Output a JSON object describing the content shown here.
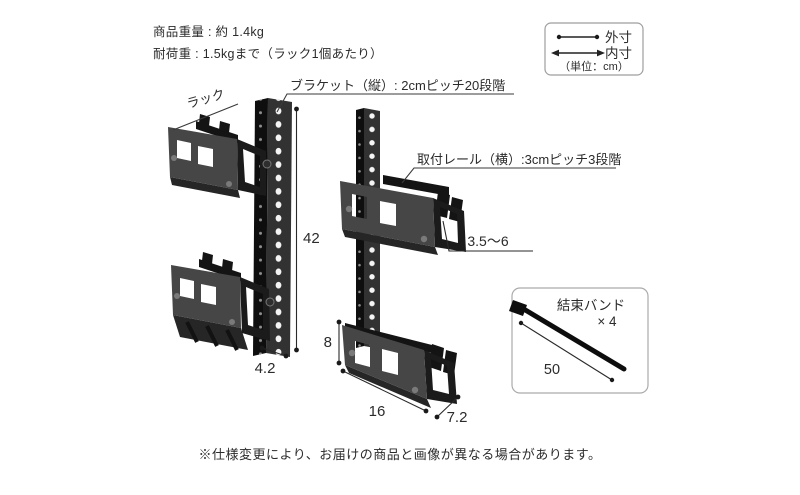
{
  "specs": {
    "weight": "商品重量 : 約 1.4kg",
    "load": "耐荷重 : 1.5kgまで（ラック1個あたり）"
  },
  "legend": {
    "outer": "外寸",
    "inner": "内寸",
    "unit": "（単位：cm）"
  },
  "labels": {
    "rack": "ラック",
    "bracket": "ブラケット（縦）: 2cmピッチ20段階",
    "rail": "取付レール（横）:3cmピッチ3段階"
  },
  "dims": {
    "bracket_height": "42",
    "bracket_depth": "4.2",
    "hook_range": "3.5～6",
    "rack_height": "8",
    "rack_width": "16",
    "rack_depth": "7.2",
    "tie_length": "50"
  },
  "parts": {
    "tie_label": "結束バンド",
    "tie_qty": "× 4"
  },
  "note": "※仕様変更により、お届けの商品と画像が異なる場合があります。",
  "colors": {
    "ink": "#2b2b2b",
    "metal_dark": "#141414",
    "metal_mid": "#323232",
    "metal_panel": "#464646",
    "box_border": "#a5a5a5"
  }
}
